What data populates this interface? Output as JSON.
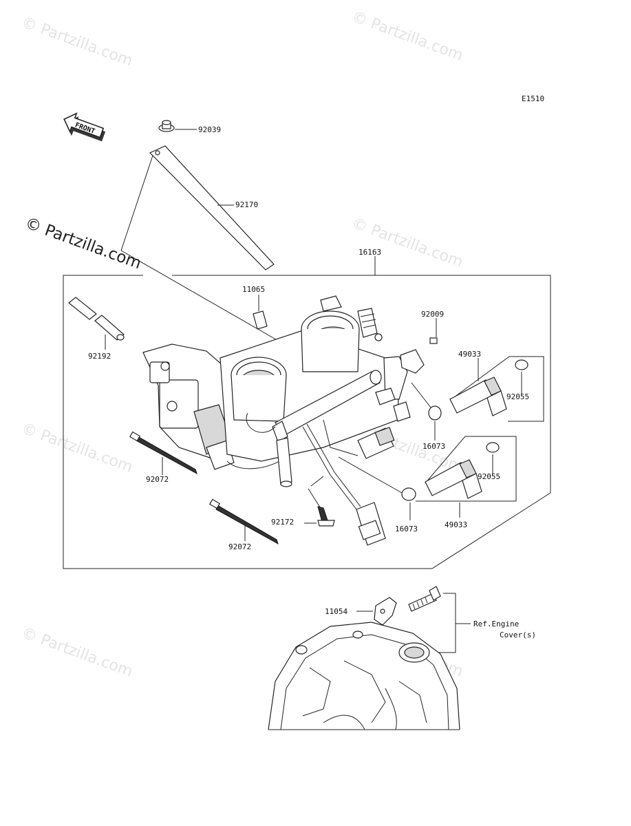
{
  "diagram": {
    "code": "E1510",
    "front_label": "FRONT",
    "watermark": "© Partzilla.com",
    "parts": {
      "p92039": "92039",
      "p92170": "92170",
      "p16163": "16163",
      "p11065": "11065",
      "p92009": "92009",
      "p49033a": "49033",
      "p92055a": "92055",
      "p92192": "92192",
      "p16073a": "16073",
      "p92055b": "92055",
      "p92072a": "92072",
      "p92172": "92172",
      "p16073b": "16073",
      "p49033b": "49033",
      "p92072b": "92072",
      "p11054": "11054"
    },
    "ref_line1": "Ref.Engine",
    "ref_line2": "Cover(s)"
  }
}
